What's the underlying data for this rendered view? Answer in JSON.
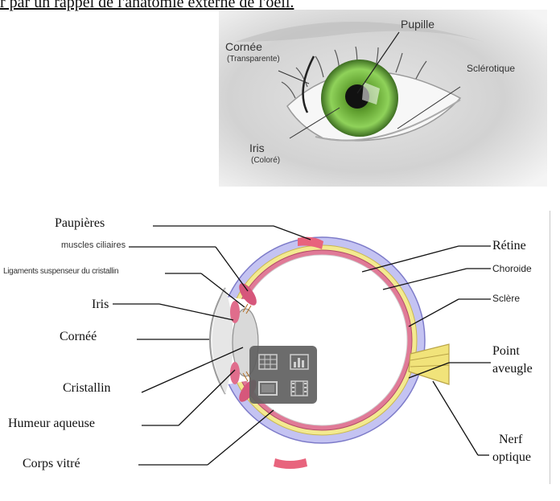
{
  "heading": "r par un rappel de l'anatomie externe de l'oeil.",
  "photo_labels": {
    "cornee": "Cornée",
    "cornee_sub": "(Transparente)",
    "pupille": "Pupille",
    "sclerotique": "Sclérotique",
    "iris": "Iris",
    "iris_sub": "(Coloré)"
  },
  "diagram_labels": {
    "left": {
      "paupieres": "Paupières",
      "muscles_ciliaires": "muscles ciliaires",
      "ligaments": "Ligaments suspenseur du cristallin",
      "iris": "Iris",
      "cornee": "Cornéé",
      "cristallin": "Cristallin",
      "humeur_aqueuse": "Humeur aqueuse",
      "corps_vitre": "Corps vitré"
    },
    "right": {
      "retine": "Rétine",
      "choroide": "Choroide",
      "sclere": "Sclère",
      "point": "Point",
      "aveugle": "aveugle",
      "nerf": "Nerf",
      "optique": "optique"
    }
  },
  "overlay_icons": [
    "table-icon",
    "chart-icon",
    "screen-icon",
    "film-icon"
  ],
  "colors": {
    "iris_green": "#7cc24a",
    "sclera_blue": "#b9b8ee",
    "retina_pink": "#d96a8a",
    "choroid_yellow": "#f2e98a",
    "eyelid_red": "#e0607a"
  }
}
